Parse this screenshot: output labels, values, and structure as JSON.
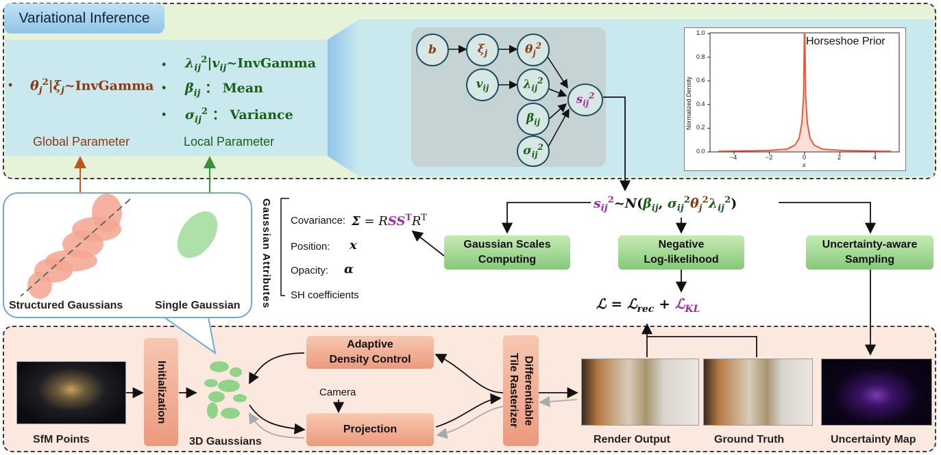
{
  "section_title": "Variational Inference",
  "global": {
    "bullet": "θj2|ξj~InvGamma",
    "label": "Global Parameter"
  },
  "local": {
    "items": [
      "λij2|vij~InvGamma",
      "βij ： Mean",
      "σij2 ： Variance"
    ],
    "label": "Local Parameter"
  },
  "graph_nodes": [
    "b",
    "ξj",
    "θj2",
    "vij",
    "λij2",
    "βij",
    "σij2",
    "sij2"
  ],
  "horseshoe": {
    "title": "Horseshoe Prior",
    "ylabel": "Normalized Density",
    "xlabel": "x",
    "xticks": [
      "−4",
      "−2",
      "0",
      "2",
      "4"
    ],
    "yticks": [
      "0.0",
      "0.2",
      "0.4",
      "0.6",
      "0.8",
      "1.0"
    ]
  },
  "callout": {
    "structured": "Structured Gaussians",
    "single": "Single Gaussian"
  },
  "gaussian_attributes": {
    "title": "Gaussian Attributes",
    "covariance": "Covariance:",
    "position": "Position:",
    "opacity": "Opacity:",
    "sh": "SH coefficients"
  },
  "distribution": "sij2~N(βij, σij2θj2λij2)",
  "boxes": {
    "scales": "Gaussian Scales\nComputing",
    "nll": "Negative\nLog-likelihood",
    "sampling": "Uncertainty-aware\nSampling",
    "adaptive": "Adaptive\nDensity Control",
    "projection": "Projection",
    "initialization": "Initialization",
    "rasterizer": "Differentiable\nTile Rasterizer"
  },
  "loss": "ℒ = ℒrec + ℒKL",
  "bottom_labels": {
    "sfm": "SfM Points",
    "gaussians3d": "3D Gaussians",
    "camera": "Camera",
    "render": "Render Output",
    "gt": "Ground Truth",
    "uncertainty": "Uncertainty Map"
  },
  "colors": {
    "brown": "#8b3a0e",
    "green": "#1a5e1a",
    "purple": "#a02aa0",
    "panel_top": "#e6f3d9",
    "panel_bottom": "#fbe8df",
    "cyan": "#c9e9ee"
  }
}
